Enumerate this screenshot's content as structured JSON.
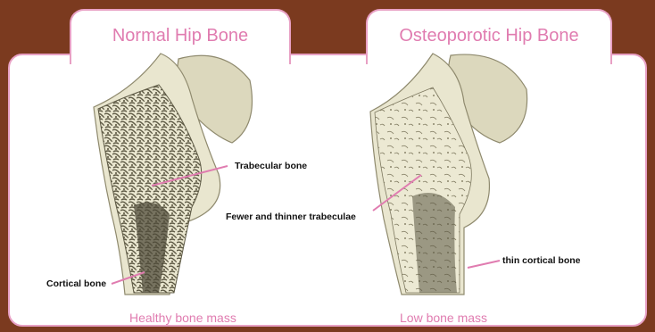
{
  "panels": [
    {
      "title": "Normal Hip Bone",
      "caption": "Healthy bone mass",
      "labels": {
        "trabecular": "Trabecular bone",
        "cortical": "Cortical bone"
      }
    },
    {
      "title": "Osteoporotic Hip Bone",
      "caption": "Low bone mass",
      "labels": {
        "trabeculae": "Fewer and thinner trabeculae",
        "cortical": "thin cortical bone"
      }
    }
  ],
  "colors": {
    "background": "#7b3a1f",
    "accent_pink": "#e07cb0",
    "border_pink": "#e8a0c4",
    "bone": "#e9e6cf",
    "bone_shade": "#c9c4a3",
    "bone_dark": "#6b6650"
  }
}
